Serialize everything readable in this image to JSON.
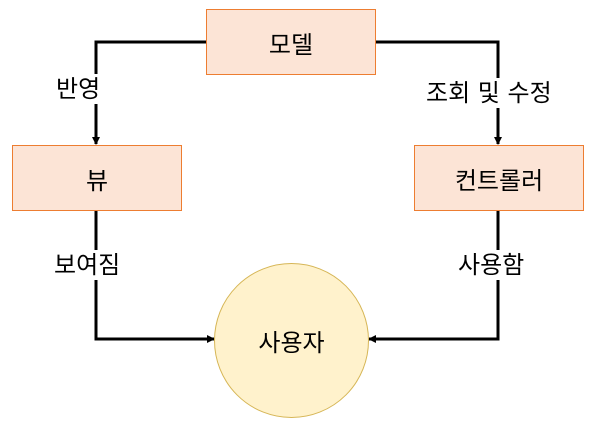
{
  "nodes": {
    "model": "모델",
    "view": "뷰",
    "controller": "컨트롤러",
    "user": "사용자"
  },
  "edges": {
    "model_to_view": "반영",
    "controller_to_model": "조회 및 수정",
    "view_to_user": "보여짐",
    "user_to_controller": "사용함"
  },
  "colors": {
    "box_fill": "#fce4d6",
    "box_border": "#ed7d31",
    "circle_fill": "#fff2cc",
    "circle_border": "#d6b656",
    "line": "#000000"
  }
}
